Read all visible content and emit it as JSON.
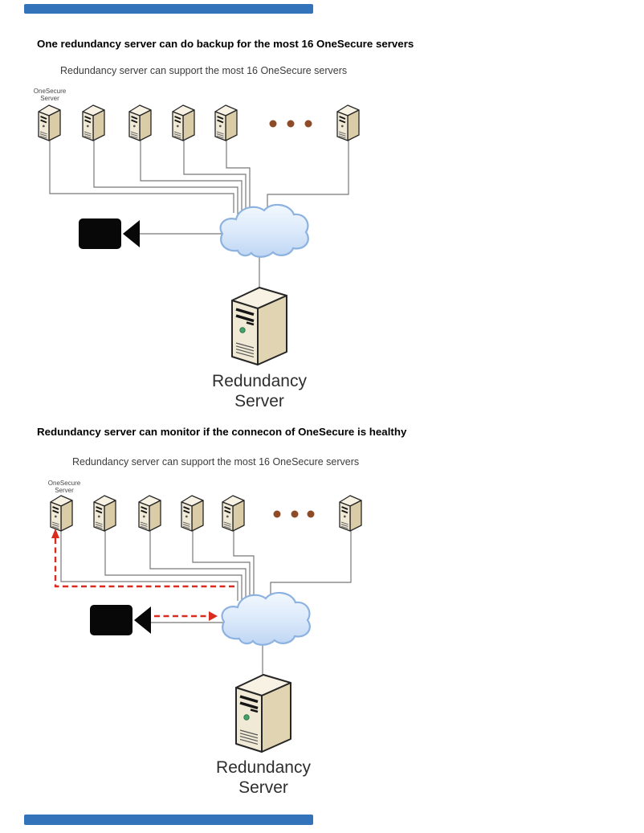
{
  "document": {
    "header_redaction_bar_color": "#3273ba",
    "footer_redaction_bar_color": "#3273ba"
  },
  "colors": {
    "connection_line_gray": "#787878",
    "monitor_arrow_red": "#d92b1e",
    "ellipsis_dot_brown": "#8e4b28",
    "cloud_fill_top": "#f0f7fe",
    "cloud_fill_bottom": "#bed5f3",
    "cloud_stroke": "#8cb2e0",
    "server_front": "#f0e9d6",
    "server_side": "#d9cca6",
    "server_top": "#f7f2e3",
    "camera_black": "#080808",
    "label_gray": "#2e2e2e"
  },
  "section1": {
    "heading": "One redundancy server can do backup for the most 16 OneSecure servers",
    "diagram": {
      "caption": "Redundancy server can support the most 16 OneSecure servers",
      "group_label": {
        "line1": "OneSecure",
        "line2": "Server"
      },
      "visible_onesecure_servers": 6,
      "ellipsis_dot_count": 3,
      "max_supported_servers": 16,
      "redundancy_label": {
        "line1": "Redundancy",
        "line2": "Server"
      }
    }
  },
  "section2": {
    "heading": "Redundancy server can monitor if the connecon of OneSecure is healthy",
    "diagram": {
      "caption": "Redundancy server can support the most 16 OneSecure servers",
      "group_label": {
        "line1": "OneSecure",
        "line2": "Server"
      },
      "visible_onesecure_servers": 6,
      "ellipsis_dot_count": 3,
      "max_supported_servers": 16,
      "redundancy_label": {
        "line1": "Redundancy",
        "line2": "Server"
      },
      "monitor_arrows": [
        "camera-to-cloud",
        "cloud-to-first-onesecure-server"
      ]
    }
  }
}
